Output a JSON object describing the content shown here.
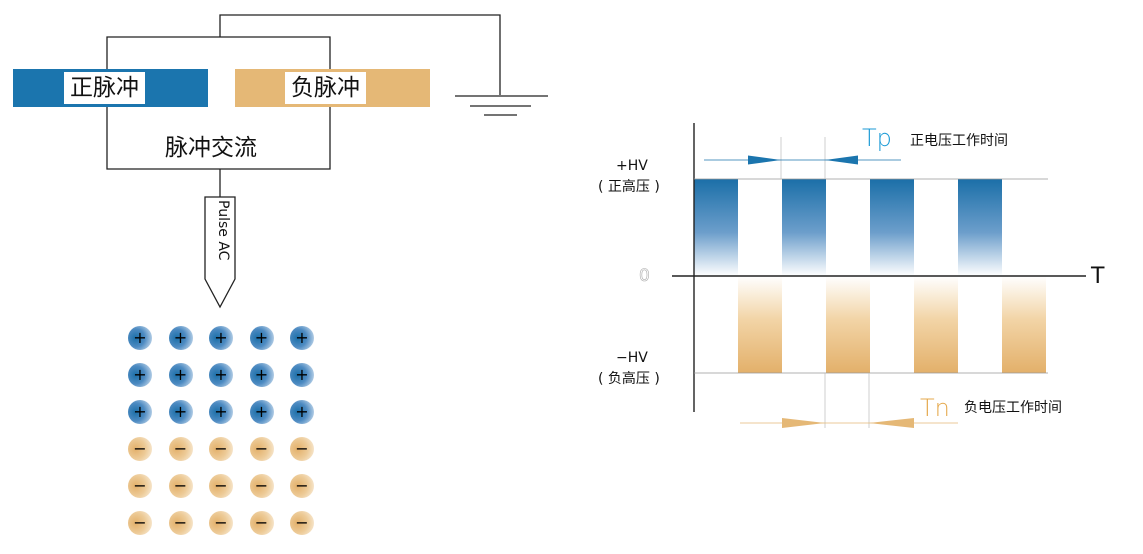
{
  "circuit": {
    "positive_label": "正脉冲",
    "negative_label": "负脉冲",
    "ac_label": "脉冲交流",
    "probe_label": "Pulse AC"
  },
  "ions": {
    "positive_symbol": "+",
    "negative_symbol": "−",
    "positive_rows": 3,
    "negative_rows": 3,
    "columns": 5
  },
  "waveform": {
    "plus_hv": "+HV",
    "plus_hv_sub": "( 正高压 )",
    "zero_label": "0",
    "minus_hv": "−HV",
    "minus_hv_sub": "( 负高压 )",
    "t_axis": "T",
    "tp_label": "Tp",
    "tp_desc": "正电压工作时间",
    "tn_label": "Tn",
    "tn_desc": "负电压工作时间"
  },
  "colors": {
    "positive": "#1B75AE",
    "negative": "#E5B876",
    "line": "#222222"
  }
}
